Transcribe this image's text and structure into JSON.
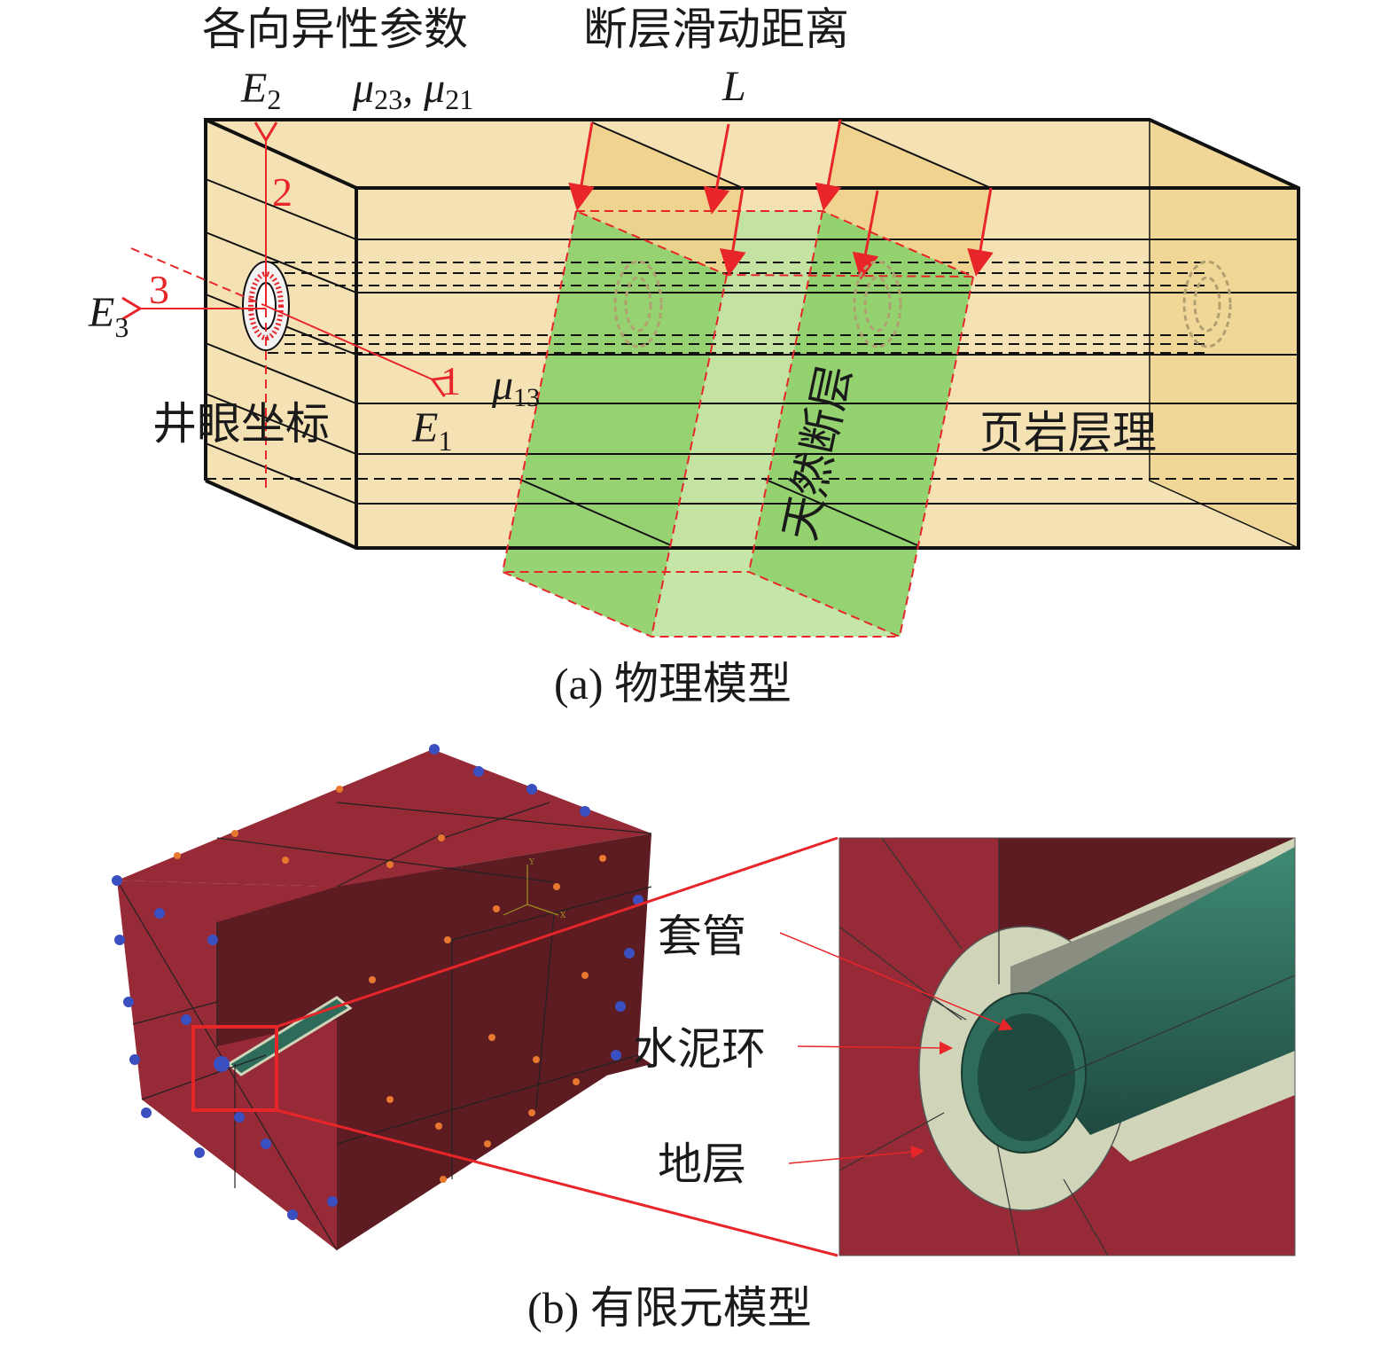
{
  "panel_a": {
    "title_anisotropy": "各向异性参数",
    "title_slip": "断层滑动距离",
    "label_E2": "E",
    "label_E2_sub": "2",
    "label_mu": "μ",
    "label_mu23_sub": "23",
    "label_mu_sep": ", ",
    "label_mu21_sub": "21",
    "label_L": "L",
    "axis_2": "2",
    "axis_3": "3",
    "axis_1": "1",
    "label_E3": "E",
    "label_E3_sub": "3",
    "label_E1": "E",
    "label_E1_sub": "1",
    "label_mu13_sub": "13",
    "wellbore_coords": "井眼坐标",
    "natural_fault": "天然断层",
    "shale_bedding": "页岩层理",
    "caption": "(a) 物理模型"
  },
  "panel_b": {
    "casing": "套管",
    "cement": "水泥环",
    "formation": "地层",
    "axis_y": "Y",
    "axis_x": "X",
    "caption": "(b) 有限元模型"
  },
  "colors": {
    "shale": "#f5e2b4",
    "shale_dark": "#f0d590",
    "fault_green": "#8fcf6a",
    "fault_light": "#bfe3a0",
    "accent_red": "#e8262a",
    "formation_red": "#962a36",
    "formation_dark": "#5c1c22",
    "casing_green": "#2f6b5a",
    "cement": "#d0d4b8"
  }
}
